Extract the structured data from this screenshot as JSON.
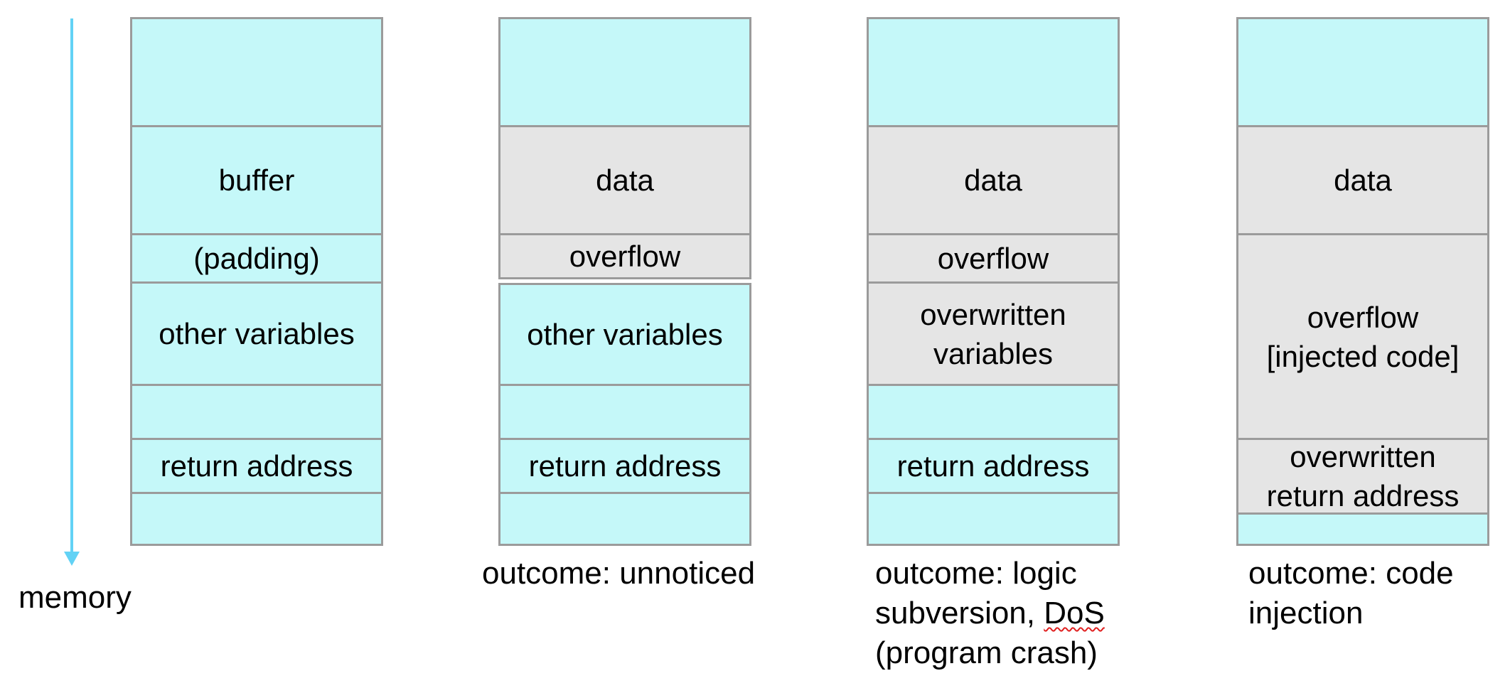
{
  "memory_label": "memory",
  "columns": [
    {
      "cells": [
        "",
        "buffer",
        "(padding)",
        "other variables",
        "",
        "return address",
        ""
      ],
      "outcome": ""
    },
    {
      "cells": [
        "",
        "data",
        "overflow",
        "other variables",
        "",
        "return address",
        ""
      ],
      "outcome": "outcome: unnoticed"
    },
    {
      "cells": [
        "",
        "data",
        "overflow",
        "overwritten\nvariables",
        "",
        "return address",
        ""
      ],
      "outcome_lines": [
        "outcome: logic",
        "subversion, ",
        "DoS",
        "(program crash)"
      ]
    },
    {
      "cells": [
        "",
        "data",
        "overflow\n[injected code]",
        "overwritten\nreturn address",
        ""
      ],
      "outcome_lines": [
        "outcome: code",
        "injection"
      ]
    }
  ],
  "colors": {
    "memory_cell": "#c5f8f9",
    "overflow_cell": "#e5e5e5",
    "border": "#9b9b9b",
    "arrow": "#62d2f5"
  }
}
